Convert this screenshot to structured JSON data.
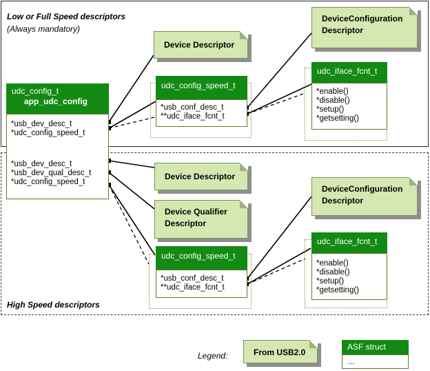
{
  "sections": {
    "top": {
      "title": "Low or Full Speed descriptors",
      "subtitle": "(Always mandatory)"
    },
    "bottom": {
      "title": "High Speed descriptors"
    }
  },
  "config": {
    "type": "udc_config_t",
    "name": "app_udc_config",
    "fields_fs": [
      "*usb_dev_desc_t",
      "*udc_config_speed_t"
    ],
    "fields_hs": [
      "*usb_dev_desc_t",
      "*usb_dev_qual_desc_t",
      "*udc_config_speed_t"
    ]
  },
  "top": {
    "device_descriptor": "Device Descriptor",
    "config_descriptor": [
      "DeviceConfiguration",
      "Descriptor"
    ],
    "speed": {
      "title": "udc_config_speed_t",
      "fields": [
        "*usb_conf_desc_t",
        "**udc_iface_fcnt_t"
      ]
    },
    "iface": {
      "title": "udc_iface_fcnt_t",
      "fields": [
        "*enable()",
        "*disable()",
        "*setup()",
        "*getsetting()"
      ]
    }
  },
  "bottom": {
    "device_descriptor": "Device Descriptor",
    "qualifier_descriptor": [
      "Device Qualifier",
      "Descriptor"
    ],
    "config_descriptor": [
      "DeviceConfiguration",
      "Descriptor"
    ],
    "speed": {
      "title": "udc_config_speed_t",
      "fields": [
        "*usb_conf_desc_t",
        "**udc_iface_fcnt_t"
      ]
    },
    "iface": {
      "title": "udc_iface_fcnt_t",
      "fields": [
        "*enable()",
        "*disable()",
        "*setup()",
        "*getsetting()"
      ]
    }
  },
  "legend": {
    "label": "Legend:",
    "usb_item": "From USB2.0",
    "asf_title": "ASF struct",
    "asf_body": "..."
  },
  "colors": {
    "note_fill": "#d5e8b2",
    "struct_header": "#138a13"
  }
}
